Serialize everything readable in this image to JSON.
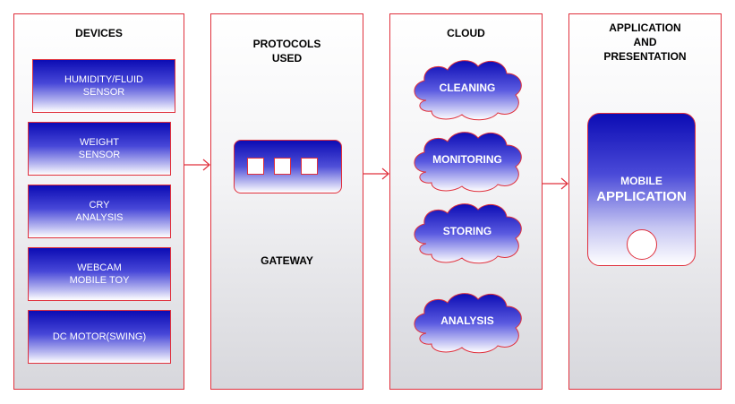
{
  "colors": {
    "border": "#e0303c",
    "fill_top": "#0c0cb4",
    "fill_bottom": "#ffffff",
    "text_on_fill": "#ffffff"
  },
  "devices": {
    "title": "DEVICES",
    "items": [
      {
        "label": "HUMIDITY/FLUID\nSENSOR"
      },
      {
        "label": "WEIGHT\nSENSOR"
      },
      {
        "label": "CRY\nANALYSIS"
      },
      {
        "label": "WEBCAM\nMOBILE TOY"
      },
      {
        "label": "DC MOTOR(SWING)"
      }
    ]
  },
  "protocols": {
    "title": "PROTOCOLS\nUSED",
    "gateway_label": "GATEWAY"
  },
  "cloud": {
    "title": "CLOUD",
    "items": [
      {
        "label": "CLEANING"
      },
      {
        "label": "MONITORING"
      },
      {
        "label": "STORING"
      },
      {
        "label": "ANALYSIS"
      }
    ]
  },
  "application": {
    "title": "APPLICATION\nAND\nPRESENTATION",
    "mobile_line1": "MOBILE",
    "mobile_line2": "APPLICATION"
  }
}
